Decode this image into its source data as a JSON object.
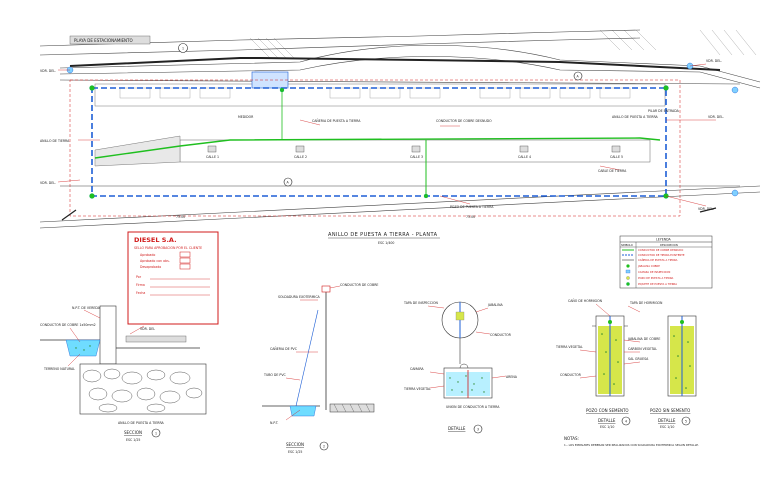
{
  "plan": {
    "title": "ANILLO DE PUESTA A TIERRA - PLANTA",
    "scale": "ESC 1/400",
    "header_label": "PLAYA DE ESTACIONAMIENTO",
    "labels": {
      "vdr_left_top": "VDR. DEL.",
      "vdr_left_bottom": "VDR. DEL.",
      "vdr_right_top": "VDR. DEL.",
      "vdr_right_mid": "VDR. DEL.",
      "vdr_right_bottom": "VDR. DEL.",
      "anillo_left": "ANILLO DE TIERRA",
      "anillo_center": "CAÑERIA DE PUESTA A TIERRA",
      "nota_center": "CONDUCTOR DE COBRE DESNUDO",
      "nota_right": "ANILLO DE PUESTA A TIERRA",
      "medidor": "MEDIDOR",
      "cable_tierra": "CABLE DE TIERRA",
      "pozo_bottom": "POZO DE PUESTA A TIERRA",
      "pilar_right": "PILAR DE ENTRADA",
      "dim_bottom_left": "73.00",
      "dim_bottom_right": "73.00"
    },
    "sections": [
      "CALLE 1",
      "CALLE 2",
      "CALLE 3",
      "CALLE 4",
      "CALLE 5"
    ],
    "markers": {
      "north_top": "A",
      "north_center": "A",
      "detail_top": "1"
    }
  },
  "title_block": {
    "company": "DIESEL S.A.",
    "subtitle": "SELLO PARA APROBACION POR EL CLIENTE",
    "rows": [
      "Aprobado",
      "Aprobado con obs.",
      "Desaprobado"
    ],
    "fields": [
      "Por",
      "Firma",
      "Fecha"
    ]
  },
  "legend": {
    "title": "LEYENDA",
    "col_symbol": "SIMBOLO",
    "col_desc": "DESCRIPCION",
    "items": [
      "CONDUCTOR DE COBRE DESNUDO",
      "CONDUCTOR DE TIERRA EXISTENTE",
      "CAÑERIA DE PUESTA A TIERRA",
      "JABALINA COBRE",
      "CAMARA DE INSPECCION",
      "POZO DE PUESTA A TIERRA",
      "PIQUETE DE PUESTA A TIERRA"
    ]
  },
  "details": {
    "section_a": {
      "title": "SECCION",
      "number": "1",
      "scale": "ESC 1/25",
      "caption": "ANILLO DE PUESTA A TIERRA",
      "labels": [
        "N.P.T. DE VEREDA",
        "CONDUCTOR DE COBRE 1x50mm2",
        "TERRENO NATURAL",
        "VDR. DEL"
      ]
    },
    "section_b": {
      "title": "SECCION",
      "number": "2",
      "scale": "ESC 1/25",
      "labels": [
        "CONDUCTOR DE COBRE",
        "SOLDADURA EXOTERMICA",
        "CAÑERIA DE PVC",
        "TUBO DE PVC",
        "N.P.T."
      ]
    },
    "detalle_a": {
      "title": "DETALLE",
      "number": "3",
      "subtitle": "UNION DE CONDUCTOR A TIERRA",
      "labels": [
        "TAPA DE INSPECCION",
        "JABALINA",
        "CONDUCTOR",
        "CAMARA",
        "TIERRA VEGETAL",
        "ARENA"
      ]
    },
    "pozo_con": {
      "title": "POZO CON SEMENTO",
      "caption": "DETALLE",
      "number": "4",
      "scale": "ESC 1/10"
    },
    "pozo_sin": {
      "title": "POZO SIN SEMENTO",
      "caption": "DETALLE",
      "number": "5",
      "scale": "ESC 1/10"
    },
    "pozo_labels": [
      "CAÑO DE HORMIGON",
      "TAPA DE HORMIGON",
      "JABALINA DE COBRE",
      "CARBON VEGETAL",
      "SAL GRUESA",
      "TIERRA VEGETAL",
      "CONDUCTOR"
    ]
  },
  "notes": {
    "title": "NOTAS:",
    "text": "1.- LOS EMPALMES DEBERAN SER REALIZADOS CON SOLDADURA EXOTERMICA SEGUN DETALLE."
  },
  "colors": {
    "ring": "#1e5fd6",
    "conductor": "#1fbf1f",
    "accent": "#d11b1b",
    "lines": "#333333"
  }
}
